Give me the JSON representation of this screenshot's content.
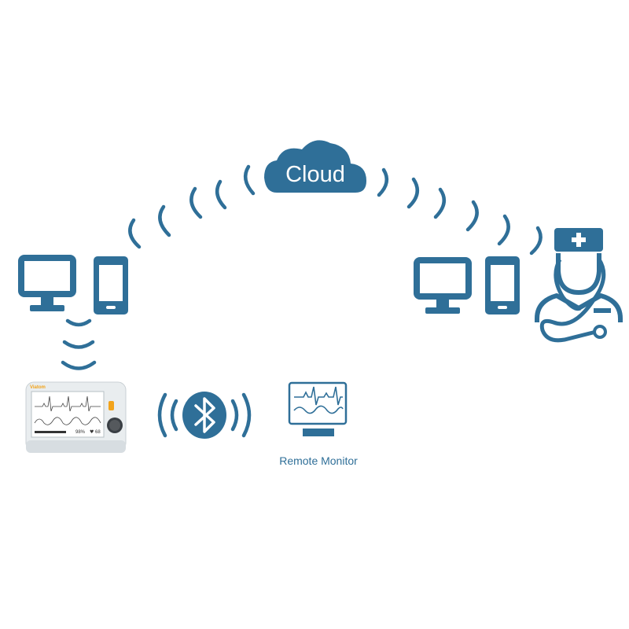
{
  "cloud": {
    "label": "Cloud"
  },
  "device": {
    "brand": "Viatom",
    "spo2": "98%",
    "heart_rate": "68"
  },
  "remote_monitor": {
    "label": "Remote Monitor"
  },
  "colors": {
    "primary": "#2f6f98",
    "device_bezel": "#dfe3e6",
    "device_screen": "#ffffff",
    "device_accent": "#f2a31b"
  }
}
